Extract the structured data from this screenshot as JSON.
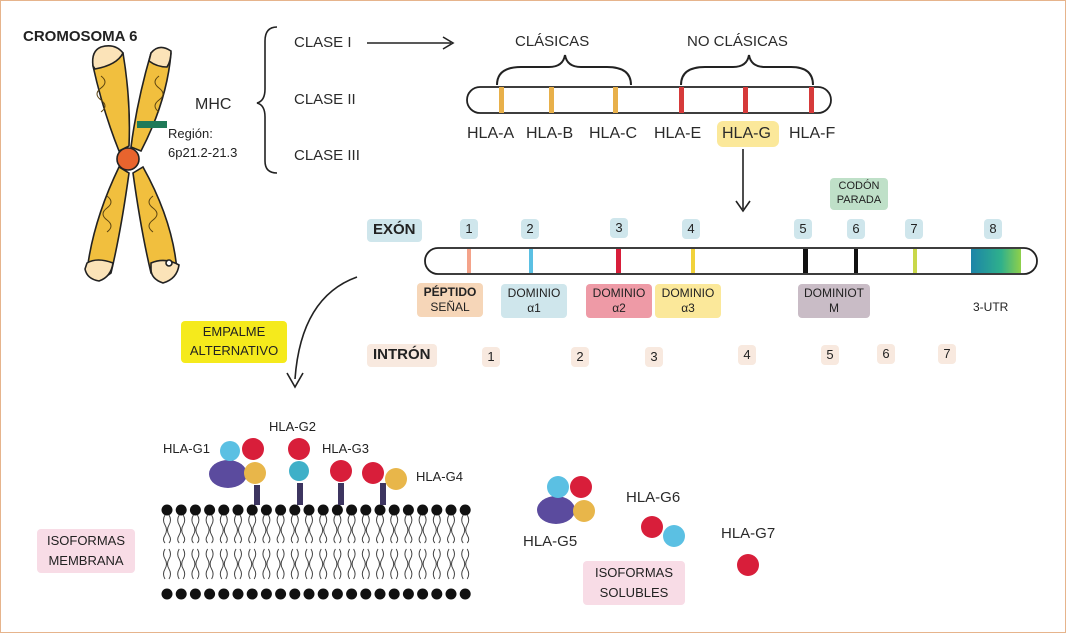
{
  "chromosome": {
    "title": "CROMOSOMA 6",
    "mhc": "MHC",
    "region_label": "Región:",
    "region_value": "6p21.2-21.3"
  },
  "classes": [
    "CLASE I",
    "CLASE II",
    "CLASE III"
  ],
  "class1_groups": {
    "classic": "CLÁSICAS",
    "non_classic": "NO CLÁSICAS"
  },
  "hla_genes": [
    "HLA-A",
    "HLA-B",
    "HLA-C",
    "HLA-E",
    "HLA-G",
    "HLA-F"
  ],
  "gene_structure": {
    "exon_title": "EXÓN",
    "exons": [
      "1",
      "2",
      "3",
      "4",
      "5",
      "6",
      "7",
      "8"
    ],
    "stop_codon": "CODÓN PARADA",
    "domains": {
      "signal_1": "PÉPTIDO",
      "signal_2": "SEÑAL",
      "a1_1": "DOMINIO",
      "a1_2": "α1",
      "a2_1": "DOMINIO",
      "a2_2": "α2",
      "a3_1": "DOMINIO",
      "a3_2": "α3",
      "tm_1": "DOMINIOT",
      "tm_2": "M",
      "utr": "3-UTR"
    },
    "intron_title": "INTRÓN",
    "introns": [
      "1",
      "2",
      "3",
      "4",
      "5",
      "6",
      "7"
    ]
  },
  "splicing": {
    "line1": "EMPALME",
    "line2": "ALTERNATIVO"
  },
  "isoforms": {
    "membrane": [
      "HLA-G1",
      "HLA-G2",
      "HLA-G3",
      "HLA-G4"
    ],
    "soluble": [
      "HLA-G5",
      "HLA-G6",
      "HLA-G7"
    ],
    "membrane_label_1": "ISOFORMAS",
    "membrane_label_2": "MEMBRANA",
    "soluble_label_1": "ISOFORMAS",
    "soluble_label_2": "SOLUBLES"
  },
  "colors": {
    "classic_band": "#e8b04a",
    "nonclassic_band": "#d63a3a",
    "hla_g_highlight": "#fbe89a",
    "exon_tag": "#cfe6ec",
    "stop_tag": "#bfe0c8",
    "signal_tag": "#f6d6b8",
    "a1_tag": "#cfe6ec",
    "a2_tag": "#ee9aa6",
    "a3_tag": "#fbe89a",
    "tm_tag": "#c9bcc6",
    "intron_tag": "#f8e9df",
    "splice_tag": "#f5ea1c",
    "isoform_tag": "#f8dce6",
    "chromosome": "#f1bf3e",
    "heavy_chain": "#5b4b9e",
    "ball_red": "#d81e3a",
    "ball_blue": "#5bc0e3",
    "ball_yellow": "#e8b64a",
    "ball_teal": "#3fb0c8"
  }
}
